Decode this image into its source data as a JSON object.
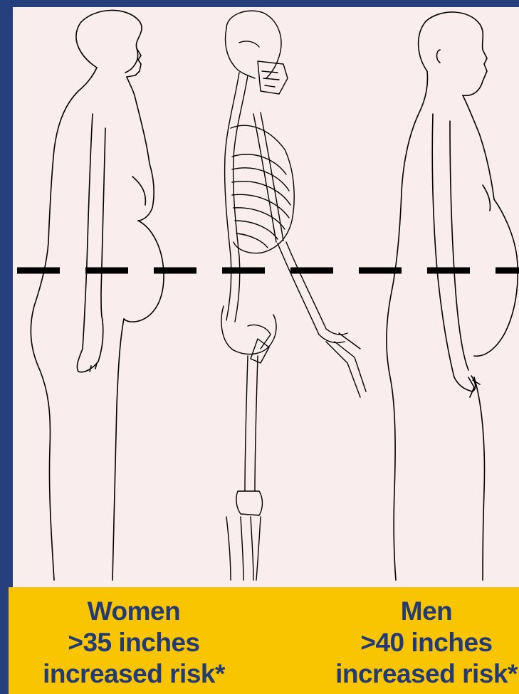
{
  "figures": {
    "left": "woman-silhouette",
    "middle": "skeleton",
    "right": "man-silhouette"
  },
  "waist_line": {
    "style": "dashed",
    "color": "#000000"
  },
  "colors": {
    "border": "#25407c",
    "panel": "#f9eded",
    "caption_bar": "#f9c400",
    "caption_text": "#233a78"
  },
  "captions": {
    "women": {
      "label": "Women",
      "threshold": ">35 inches",
      "note": "increased risk*"
    },
    "men": {
      "label": "Men",
      "threshold": ">40 inches",
      "note": "increased risk*"
    }
  }
}
